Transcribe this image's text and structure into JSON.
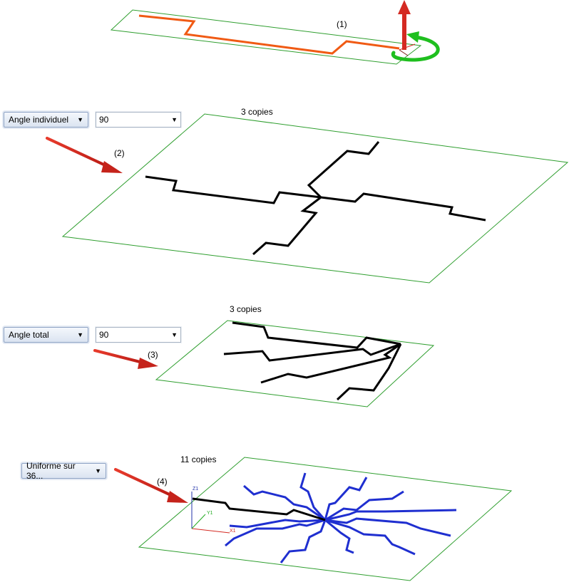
{
  "step1": {
    "label": "(1)"
  },
  "step2": {
    "label": "(2)",
    "copies": "3 copies",
    "mode": "Angle individuel",
    "value": "90"
  },
  "step3": {
    "label": "(3)",
    "copies": "3 copies",
    "mode": "Angle total",
    "value": "90"
  },
  "step4": {
    "label": "(4)",
    "copies": "11 copies",
    "mode": "Uniforme sur 36...",
    "axes": {
      "z": "Z1",
      "y": "Y1",
      "x": "X1"
    }
  },
  "colors": {
    "plane": "#2e9e2e",
    "profile": "#f05a14",
    "copy": "#000000",
    "copy_uniform": "#1f2fd0",
    "arrow": "#d42a22",
    "rotate": "#1fbf1f"
  },
  "icons": [
    "move-arrow-icon",
    "rotate-handle-icon",
    "pointer-arrow-icon",
    "dropdown-caret-icon"
  ]
}
